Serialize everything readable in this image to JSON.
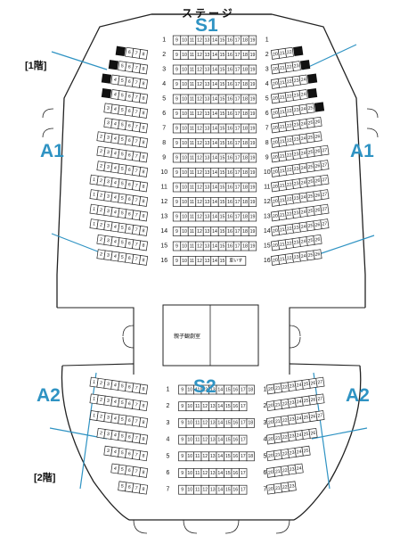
{
  "stage_label": "ステージ",
  "floor1_label": "[1階]",
  "floor2_label": "[2階]",
  "zones": {
    "s1": "S1",
    "a1": "A1",
    "s2": "S2",
    "a2": "A2"
  },
  "wheelchair_label": "車いす",
  "family_room_label": "親子観劇室",
  "colors": {
    "zone_blue": "#2f93c3",
    "line": "#222222",
    "blocked": "#111111"
  },
  "floor1": {
    "center_rows": [
      {
        "row": 1,
        "seats": [
          9,
          10,
          11,
          12,
          13,
          14,
          15,
          16,
          17,
          18,
          19
        ]
      },
      {
        "row": 2,
        "seats": [
          9,
          10,
          11,
          12,
          13,
          14,
          15,
          16,
          17,
          18,
          19
        ]
      },
      {
        "row": 3,
        "seats": [
          9,
          10,
          11,
          12,
          13,
          14,
          15,
          16,
          17,
          18,
          19
        ]
      },
      {
        "row": 4,
        "seats": [
          9,
          10,
          11,
          12,
          13,
          14,
          15,
          16,
          17,
          18,
          19
        ]
      },
      {
        "row": 5,
        "seats": [
          9,
          10,
          11,
          12,
          13,
          14,
          15,
          16,
          17,
          18,
          19
        ]
      },
      {
        "row": 6,
        "seats": [
          9,
          10,
          11,
          12,
          13,
          14,
          15,
          16,
          17,
          18,
          19
        ]
      },
      {
        "row": 7,
        "seats": [
          9,
          10,
          11,
          12,
          13,
          14,
          15,
          16,
          17,
          18,
          19
        ]
      },
      {
        "row": 8,
        "seats": [
          9,
          10,
          11,
          12,
          13,
          14,
          15,
          16,
          17,
          18,
          19
        ]
      },
      {
        "row": 9,
        "seats": [
          9,
          10,
          11,
          12,
          13,
          14,
          15,
          16,
          17,
          18,
          19
        ]
      },
      {
        "row": 10,
        "seats": [
          9,
          10,
          11,
          12,
          13,
          14,
          15,
          16,
          17,
          18,
          19
        ]
      },
      {
        "row": 11,
        "seats": [
          9,
          10,
          11,
          12,
          13,
          14,
          15,
          16,
          17,
          18,
          19
        ]
      },
      {
        "row": 12,
        "seats": [
          9,
          10,
          11,
          12,
          13,
          14,
          15,
          16,
          17,
          18,
          19
        ]
      },
      {
        "row": 13,
        "seats": [
          9,
          10,
          11,
          12,
          13,
          14,
          15,
          16,
          17,
          18,
          19
        ]
      },
      {
        "row": 14,
        "seats": [
          9,
          10,
          11,
          12,
          13,
          14,
          15,
          16,
          17,
          18,
          19
        ]
      },
      {
        "row": 15,
        "seats": [
          9,
          10,
          11,
          12,
          13,
          14,
          15,
          16,
          17,
          18,
          19
        ]
      },
      {
        "row": 16,
        "seats": [
          9,
          10,
          11,
          12,
          13,
          14,
          15
        ],
        "wheelchair": true
      }
    ],
    "left_rows": [
      [
        6,
        7,
        8
      ],
      [
        5,
        6,
        7,
        8
      ],
      [
        4,
        5,
        6,
        7,
        8
      ],
      [
        4,
        5,
        6,
        7,
        8
      ],
      [
        3,
        4,
        5,
        6,
        7,
        8
      ],
      [
        3,
        4,
        5,
        6,
        7,
        8
      ],
      [
        2,
        3,
        4,
        5,
        6,
        7,
        8
      ],
      [
        2,
        3,
        4,
        5,
        6,
        7,
        8
      ],
      [
        2,
        3,
        4,
        5,
        6,
        7,
        8
      ],
      [
        1,
        2,
        3,
        4,
        5,
        6,
        7,
        8
      ],
      [
        1,
        2,
        3,
        4,
        5,
        6,
        7,
        8
      ],
      [
        1,
        2,
        3,
        4,
        5,
        6,
        7,
        8
      ],
      [
        1,
        2,
        3,
        4,
        5,
        6,
        7,
        8
      ],
      [
        2,
        3,
        4,
        5,
        6,
        7,
        8
      ],
      [
        2,
        3,
        4,
        5,
        6,
        7,
        8
      ]
    ],
    "right_rows": [
      [
        20,
        21,
        22
      ],
      [
        20,
        21,
        22,
        23
      ],
      [
        20,
        21,
        22,
        23,
        24
      ],
      [
        20,
        21,
        22,
        23,
        24
      ],
      [
        20,
        21,
        22,
        23,
        24,
        25
      ],
      [
        20,
        21,
        22,
        23,
        24,
        25,
        26
      ],
      [
        20,
        21,
        22,
        23,
        24,
        25,
        26
      ],
      [
        20,
        21,
        22,
        23,
        24,
        25,
        26,
        27
      ],
      [
        20,
        21,
        22,
        23,
        24,
        25,
        26,
        27
      ],
      [
        20,
        21,
        22,
        23,
        24,
        25,
        26,
        27
      ],
      [
        20,
        21,
        22,
        23,
        24,
        25,
        26,
        27
      ],
      [
        20,
        21,
        22,
        23,
        24,
        25,
        26,
        27
      ],
      [
        20,
        21,
        22,
        23,
        24,
        25,
        26,
        27
      ],
      [
        20,
        21,
        22,
        23,
        24,
        25,
        26
      ],
      [
        20,
        21,
        22,
        23,
        24,
        25,
        26
      ]
    ]
  },
  "floor2": {
    "center_rows": [
      {
        "row": 1,
        "seats": [
          9,
          10,
          11,
          12,
          13,
          14,
          15,
          16,
          17,
          18
        ]
      },
      {
        "row": 2,
        "seats": [
          9,
          10,
          11,
          12,
          13,
          14,
          15,
          16,
          17
        ]
      },
      {
        "row": 3,
        "seats": [
          9,
          10,
          11,
          12,
          13,
          14,
          15,
          16,
          17,
          18
        ]
      },
      {
        "row": 4,
        "seats": [
          9,
          10,
          11,
          12,
          13,
          14,
          15,
          16,
          17
        ]
      },
      {
        "row": 5,
        "seats": [
          9,
          10,
          11,
          12,
          13,
          14,
          15,
          16,
          17,
          18
        ]
      },
      {
        "row": 6,
        "seats": [
          9,
          10,
          11,
          12,
          13,
          14,
          15,
          16,
          17
        ]
      },
      {
        "row": 7,
        "seats": [
          9,
          10,
          11,
          12,
          13,
          14,
          15,
          16,
          17
        ]
      }
    ],
    "left_rows": [
      [
        1,
        2,
        3,
        4,
        5,
        6,
        7,
        8
      ],
      [
        1,
        2,
        3,
        4,
        5,
        6,
        7,
        8
      ],
      [
        1,
        2,
        3,
        4,
        5,
        6,
        7,
        8
      ],
      [
        2,
        3,
        4,
        5,
        6,
        7,
        8
      ],
      [
        3,
        4,
        5,
        6,
        7,
        8
      ],
      [
        4,
        5,
        6,
        7,
        8
      ],
      [
        5,
        6,
        7,
        8
      ]
    ],
    "right_rows": [
      [
        20,
        21,
        22,
        23,
        24,
        25,
        26,
        27
      ],
      [
        20,
        21,
        22,
        23,
        24,
        25,
        26,
        27
      ],
      [
        20,
        21,
        22,
        23,
        24,
        25,
        26,
        27
      ],
      [
        20,
        21,
        22,
        23,
        24,
        25,
        26
      ],
      [
        20,
        21,
        22,
        23,
        24,
        25
      ],
      [
        20,
        21,
        22,
        23,
        24
      ],
      [
        20,
        21,
        22,
        23
      ]
    ]
  }
}
